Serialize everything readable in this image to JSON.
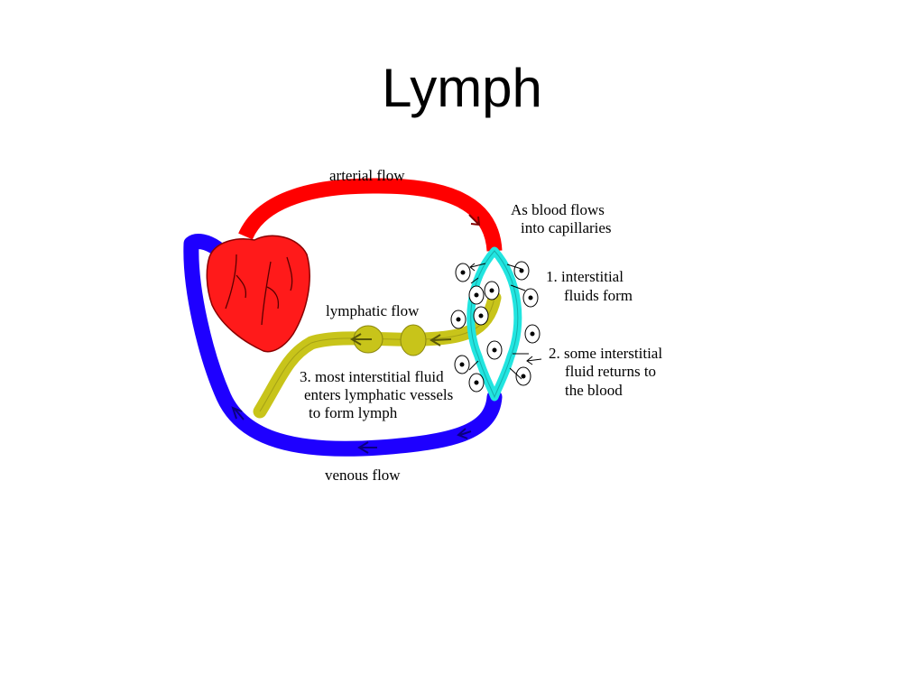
{
  "slide": {
    "title": "Lymph"
  },
  "diagram": {
    "labels": {
      "arterial_flow": "arterial flow",
      "as_blood_line1": "As blood flows",
      "as_blood_line2": "into capillaries",
      "step1_line1": "1. interstitial",
      "step1_line2": "fluids form",
      "lymphatic_flow": "lymphatic flow",
      "step2_line1": "2. some interstitial",
      "step2_line2": "fluid returns to",
      "step2_line3": "the blood",
      "step3_line1": "3. most interstitial fluid",
      "step3_line2": "enters lymphatic vessels",
      "step3_line3": "to form lymph",
      "venous_flow": "venous flow"
    },
    "colors": {
      "arterial": "#ff0000",
      "venous": "#1e00ff",
      "capillary": "#22e5e0",
      "lymph": "#c8c41a",
      "heart": "#ff1a1a"
    }
  }
}
